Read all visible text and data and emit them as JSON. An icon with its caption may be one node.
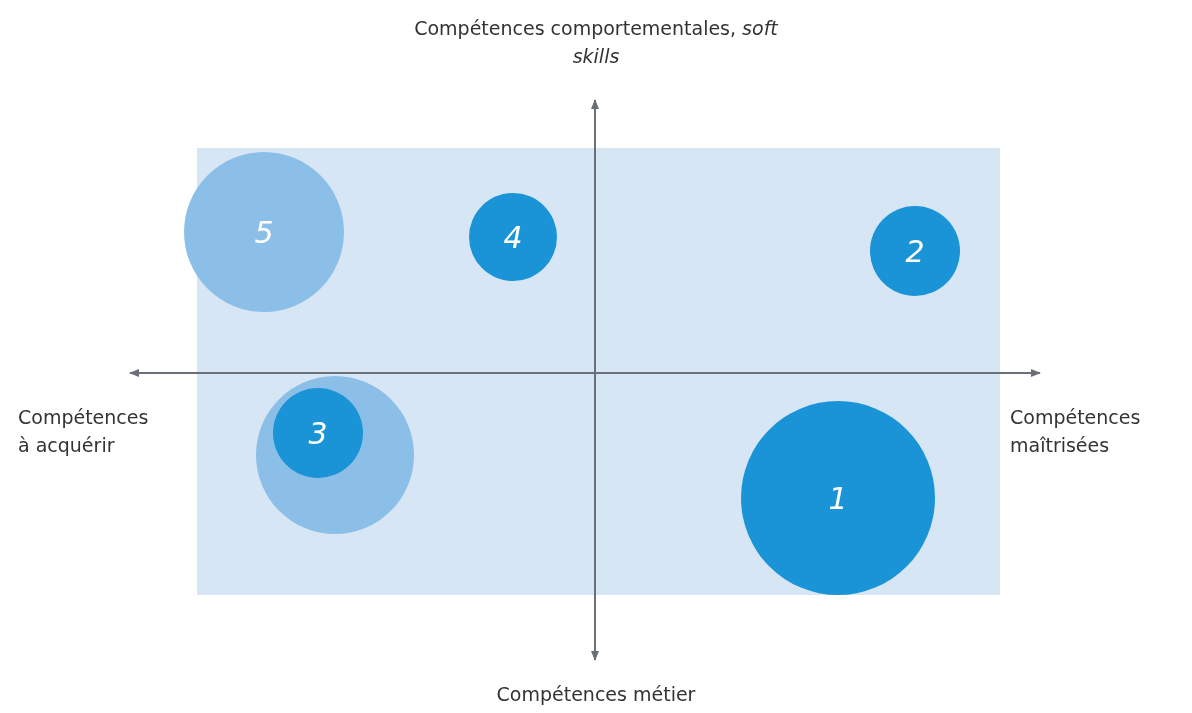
{
  "diagram": {
    "nodes": [
      {
        "text": [
          "5"
        ]
      },
      {
        "text": [
          "4"
        ]
      },
      {
        "text": [
          "2"
        ]
      },
      {
        "text": [],
        "shape": "circle"
      },
      {
        "text": [
          "3"
        ],
        "in": 3
      },
      {
        "text": [
          "1"
        ]
      }
    ],
    "labels": [
      "Compétences comportementales, *soft skills*",
      "Compétences à acquérir",
      "Compétences maîtrisées",
      "Compétences métier"
    ]
  }
}
